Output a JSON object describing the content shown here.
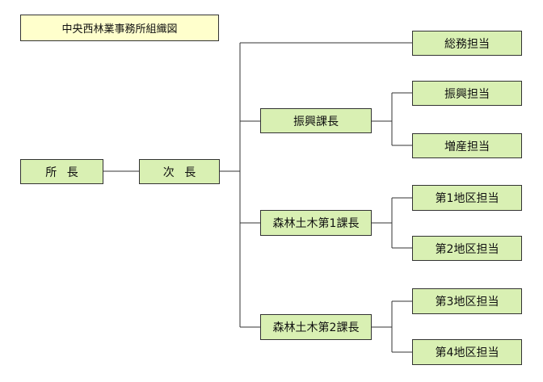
{
  "title": "中央西林業事務所組織図",
  "colors": {
    "title_bg": "#ffffcc",
    "box_bg": "#d9f0b3",
    "line": "#333333"
  },
  "nodes": {
    "director": "所長",
    "deputy": "次長",
    "general_affairs": "総務担当",
    "promotion_chief": "振興課長",
    "promotion_staff": "振興担当",
    "production_staff": "増産担当",
    "forest_civil_1_chief": "森林土木第1課長",
    "district_1": "第1地区担当",
    "district_2": "第2地区担当",
    "forest_civil_2_chief": "森林土木第2課長",
    "district_3": "第3地区担当",
    "district_4": "第4地区担当"
  }
}
